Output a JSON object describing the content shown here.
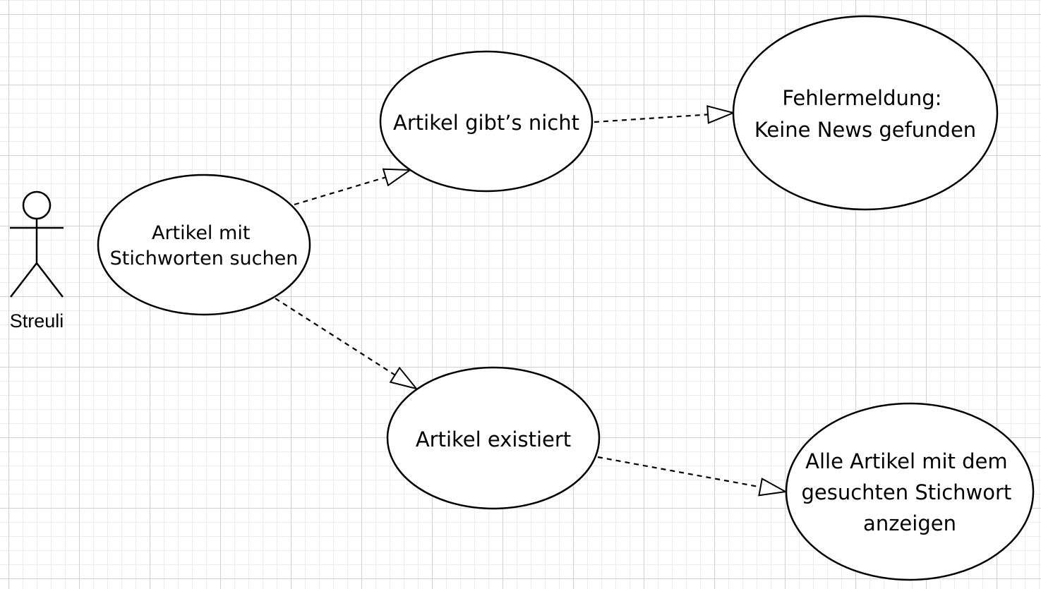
{
  "actor": {
    "name": "Streuli"
  },
  "use_cases": {
    "search": [
      "Artikel mit",
      "Stichworten suchen"
    ],
    "not_found": [
      "Artikel gibt’s nicht"
    ],
    "error": [
      "Fehlermeldung:",
      "Keine News gefunden"
    ],
    "exists": [
      "Artikel existiert"
    ],
    "show_all": [
      "Alle Artikel mit dem",
      "gesuchten Stichwort",
      "anzeigen"
    ]
  }
}
